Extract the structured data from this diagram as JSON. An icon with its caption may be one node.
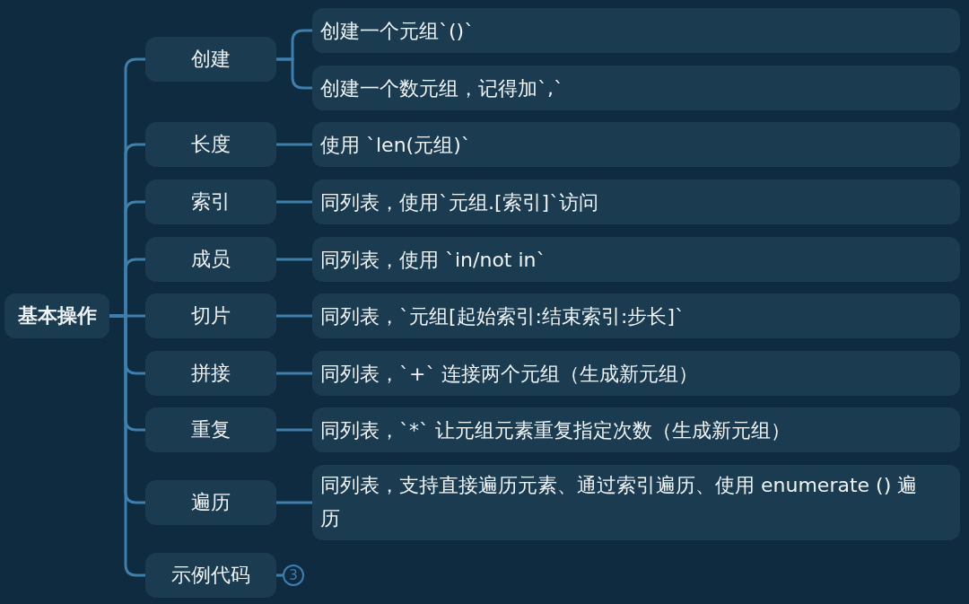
{
  "diagram": {
    "nodes": [
      {
        "text": [
          "基本操作"
        ]
      },
      {
        "text": [
          "创建"
        ]
      },
      {
        "text": [
          "创建一个元组`()`"
        ]
      },
      {
        "text": [
          "创建一个数元组，记得加`,`"
        ]
      },
      {
        "text": [
          "长度"
        ]
      },
      {
        "text": [
          "使用 `len(元组)`"
        ]
      },
      {
        "text": [
          "索引"
        ]
      },
      {
        "text": [
          "同列表，使用`元组.[索引]`访问"
        ]
      },
      {
        "text": [
          "成员"
        ]
      },
      {
        "text": [
          "同列表，使用 `in/not in`"
        ]
      },
      {
        "text": [
          "切片"
        ]
      },
      {
        "text": [
          "同列表，`元组[起始索引:结束索引:步长]`"
        ]
      },
      {
        "text": [
          "拼接"
        ]
      },
      {
        "text": [
          "同列表，`+` 连接两个元组（生成新元组）"
        ]
      },
      {
        "text": [
          "重复"
        ]
      },
      {
        "text": [
          "同列表，`*` 让元组元素重复指定次数（生成新元组）"
        ]
      },
      {
        "text": [
          "遍历"
        ]
      },
      {
        "text": [
          "同列表，支持直接遍历元素、通过索引遍历、使用 enumerate () 遍历"
        ]
      },
      {
        "text": [
          "示例代码"
        ]
      },
      {
        "text": [
          "3"
        ]
      }
    ],
    "edges": [
      {
        "from": 0,
        "to": 1,
        "arrow": "none"
      },
      {
        "from": 0,
        "to": 4,
        "arrow": "none"
      },
      {
        "from": 0,
        "to": 6,
        "arrow": "none"
      },
      {
        "from": 0,
        "to": 8,
        "arrow": "none"
      },
      {
        "from": 0,
        "to": 10,
        "arrow": "none"
      },
      {
        "from": 0,
        "to": 12,
        "arrow": "none"
      },
      {
        "from": 0,
        "to": 14,
        "arrow": "none"
      },
      {
        "from": 0,
        "to": 16,
        "arrow": "none"
      },
      {
        "from": 0,
        "to": 18,
        "arrow": "none"
      },
      {
        "from": 1,
        "to": 2,
        "arrow": "none"
      },
      {
        "from": 1,
        "to": 3,
        "arrow": "none"
      },
      {
        "from": 4,
        "to": 5,
        "arrow": "none"
      },
      {
        "from": 6,
        "to": 7,
        "arrow": "none"
      },
      {
        "from": 8,
        "to": 9,
        "arrow": "none"
      },
      {
        "from": 10,
        "to": 11,
        "arrow": "none"
      },
      {
        "from": 12,
        "to": 13,
        "arrow": "none"
      },
      {
        "from": 14,
        "to": 15,
        "arrow": "none"
      },
      {
        "from": 16,
        "to": 17,
        "arrow": "none"
      },
      {
        "from": 18,
        "to": 19,
        "arrow": "none"
      }
    ]
  }
}
